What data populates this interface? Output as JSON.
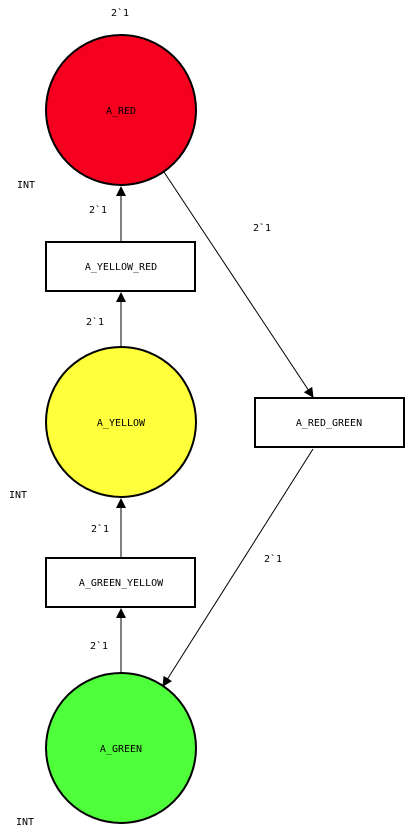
{
  "places": {
    "red": {
      "name": "A_RED",
      "type": "INT",
      "marking": "2`1",
      "fill": "#f5001e"
    },
    "yellow": {
      "name": "A_YELLOW",
      "type": "INT",
      "fill": "#ffff3c"
    },
    "green": {
      "name": "A_GREEN",
      "type": "INT",
      "fill": "#50ff3c"
    }
  },
  "transitions": {
    "yellow_red": {
      "name": "A_YELLOW_RED"
    },
    "green_yellow": {
      "name": "A_GREEN_YELLOW"
    },
    "red_green": {
      "name": "A_RED_GREEN"
    }
  },
  "arcs": {
    "yellowred_to_red": {
      "inscription": "2`1"
    },
    "yellow_to_yellowred": {
      "inscription": "2`1"
    },
    "greenyellow_to_yellow": {
      "inscription": "2`1"
    },
    "green_to_greenyellow": {
      "inscription": "2`1"
    },
    "red_to_redgreen": {
      "inscription": "2`1"
    },
    "redgreen_to_green": {
      "inscription": "2`1"
    }
  }
}
